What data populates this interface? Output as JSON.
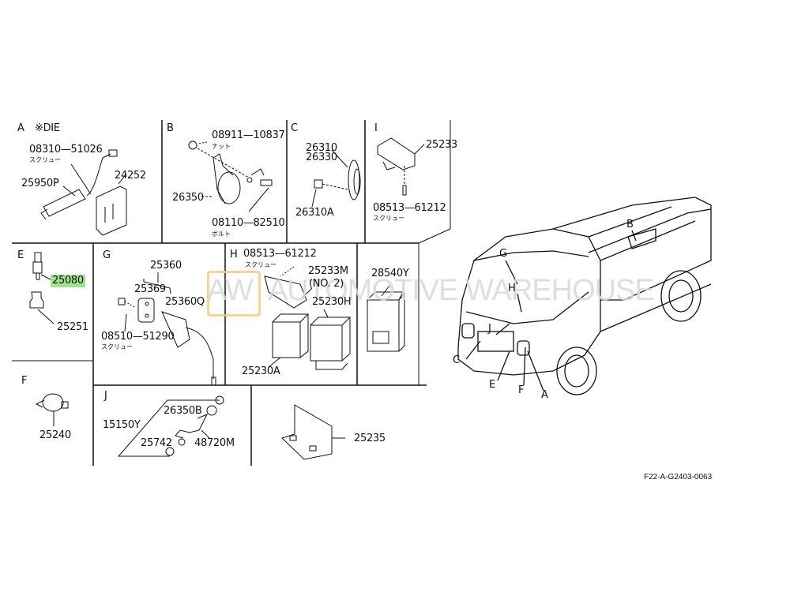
{
  "sections": {
    "A": {
      "label": "A",
      "note": "※DIE",
      "parts": [
        "08310—51026",
        "25950P",
        "24252"
      ],
      "sub": "スクリュー"
    },
    "B": {
      "label": "B",
      "parts": [
        "08911—10837",
        "26350",
        "08110—82510"
      ],
      "sub_nut": "ナット",
      "sub_bolt": "ボルト"
    },
    "C": {
      "label": "C",
      "parts": [
        "26310",
        "26330",
        "26310A"
      ]
    },
    "I": {
      "label": "I",
      "parts": [
        "25233",
        "08513—61212"
      ],
      "sub": "スクリュー"
    },
    "E": {
      "label": "E",
      "parts": [
        "25080",
        "25251"
      ]
    },
    "G": {
      "label": "G",
      "parts": [
        "25360",
        "25369",
        "25360Q",
        "08510—51290"
      ],
      "sub": "スクリュー"
    },
    "H": {
      "label": "H",
      "parts": [
        "08513—61212",
        "25233M",
        "(NO. 2)",
        "25230H",
        "25230A"
      ],
      "sub": "スクリュー"
    },
    "K": {
      "parts": [
        "28540Y"
      ]
    },
    "F": {
      "label": "F",
      "parts": [
        "25240"
      ]
    },
    "J": {
      "label": "J",
      "parts": [
        "26350B",
        "15150Y",
        "25742",
        "48720M"
      ]
    },
    "L": {
      "parts": [
        "25235"
      ]
    }
  },
  "vehicle_callouts": [
    "G",
    "B",
    "H",
    "J",
    "C",
    "E",
    "F",
    "A"
  ],
  "watermark": {
    "logo": "AW",
    "text": "AUTOMOTIVE WAREHOUSE"
  },
  "highlight_color": "#9fe38f",
  "diagram_code": "F22-A-G2403-0063"
}
